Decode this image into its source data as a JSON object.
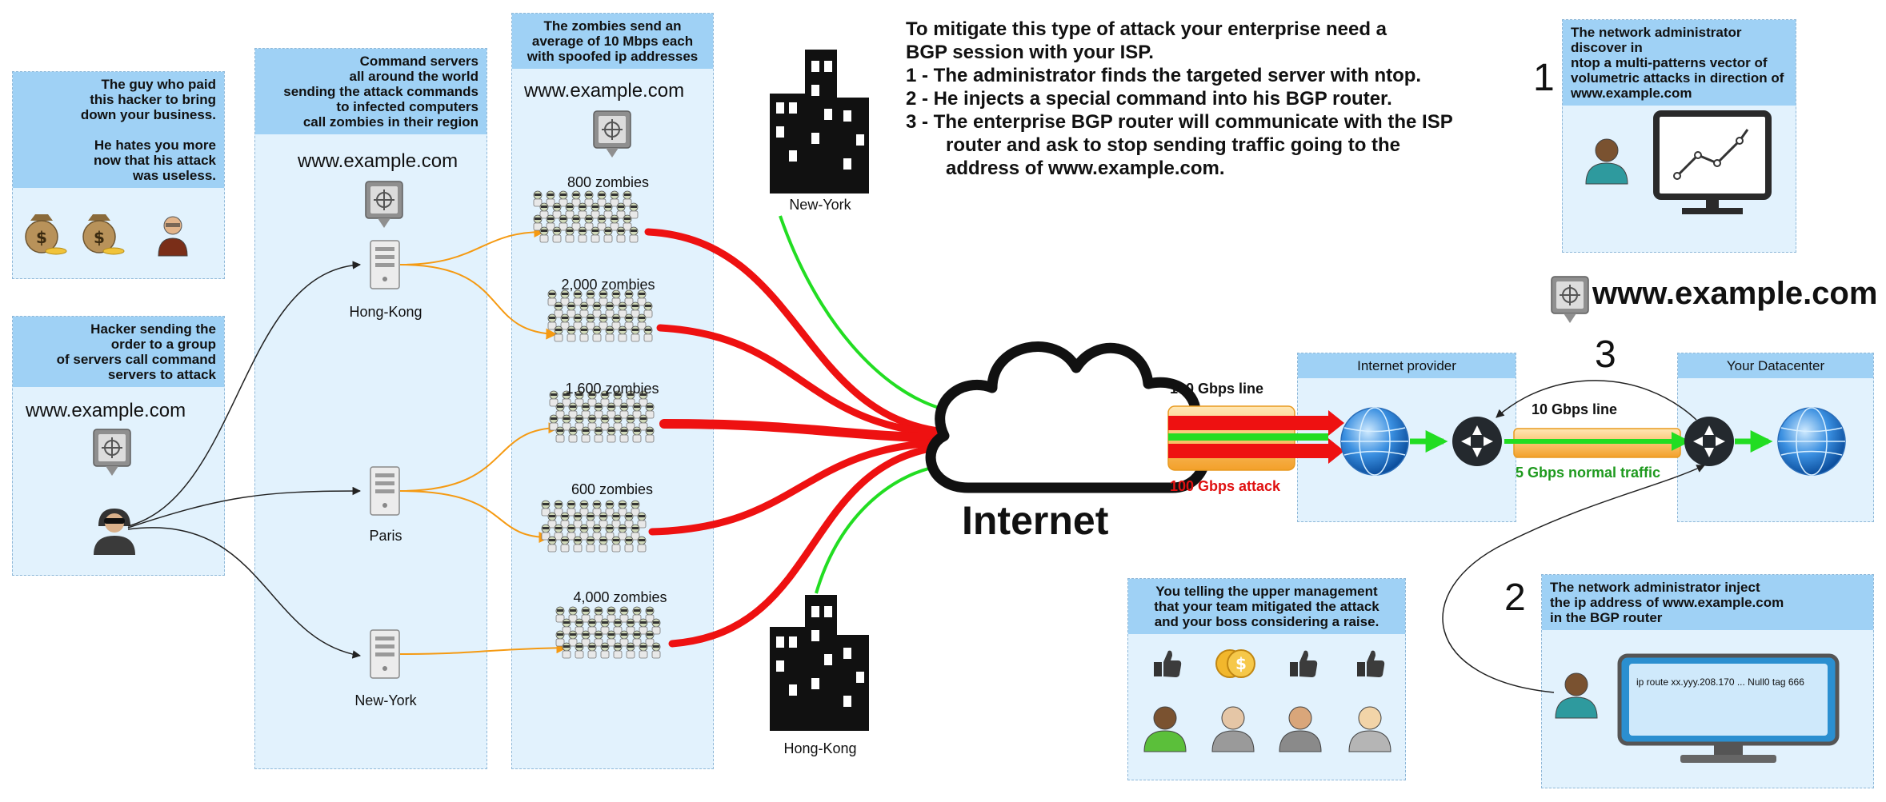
{
  "instructions": {
    "title": "To mitigate this type of attack your enterprise need a",
    "title2": "BGP session with your ISP.",
    "step1": "1 - The administrator finds the targeted server with ntop.",
    "step2": "2 - He injects a special command into his BGP router.",
    "step3a": "3 - The enterprise BGP router will communicate with the ISP",
    "step3b": "router and ask to stop sending traffic going to the",
    "step3c": "address of www.example.com."
  },
  "panels": {
    "boss": {
      "text": "The guy who paid\nthis hacker to bring\ndown your business.\n\nHe hates you more\nnow that his attack\nwas useless."
    },
    "hacker": {
      "text": "Hacker sending the\norder to a group\nof servers call command\nservers to attack",
      "domain": "www.example.com"
    },
    "command": {
      "text": "Command servers\nall around the world\nsending the attack commands\nto infected computers\ncall zombies in their region",
      "domain": "www.example.com",
      "servers": [
        "Hong-Kong",
        "Paris",
        "New-York"
      ]
    },
    "zombies": {
      "text": "The zombies send an\naverage of 10 Mbps each\nwith spoofed ip addresses",
      "domain": "www.example.com",
      "groups": [
        "800 zombies",
        "2,000 zombies",
        "1,600 zombies",
        "600 zombies",
        "4,000 zombies"
      ]
    },
    "admin1": {
      "text": "The network administrator discover in\nntop a multi-patterns vector of\nvolumetric attacks in direction of\nwww.example.com"
    },
    "isp": {
      "title": "Internet provider"
    },
    "datacenter": {
      "title": "Your Datacenter"
    },
    "admin2": {
      "text": "The network administrator inject\nthe ip address of www.example.com\nin the BGP router",
      "command": "ip route xx.yyy.208.170 ... Null0 tag 666"
    },
    "management": {
      "text": "You telling the upper management\nthat your team mitigated the attack\nand your boss considering a raise."
    }
  },
  "cities": {
    "top": "New-York",
    "bottom": "Hong-Kong"
  },
  "internet_label": "Internet",
  "lines": {
    "isp_line": "100 Gbps line",
    "attack": "100 Gbps attack",
    "dc_line": "10 Gbps line",
    "normal": "5 Gbps normal traffic"
  },
  "step_numbers": {
    "one": "1",
    "two": "2",
    "three": "3"
  },
  "target_domain": "www.example.com",
  "colors": {
    "attack": "#ee1111",
    "normal": "#22dd22",
    "command_arrow": "#f59a12",
    "panel_bg": "#e2f2fd",
    "panel_head": "#9fd1f5",
    "attack_text": "#e01010",
    "normal_text": "#1f9a1f"
  },
  "icons": [
    "money-bag-icon",
    "boss-icon",
    "hacker-icon",
    "server-icon",
    "zombie-icon",
    "building-icon",
    "cloud-icon",
    "globe-icon",
    "router-icon",
    "admin-icon",
    "monitor-chart-icon",
    "thumbs-up-icon",
    "coins-icon",
    "manager-icon",
    "target-server-icon"
  ]
}
